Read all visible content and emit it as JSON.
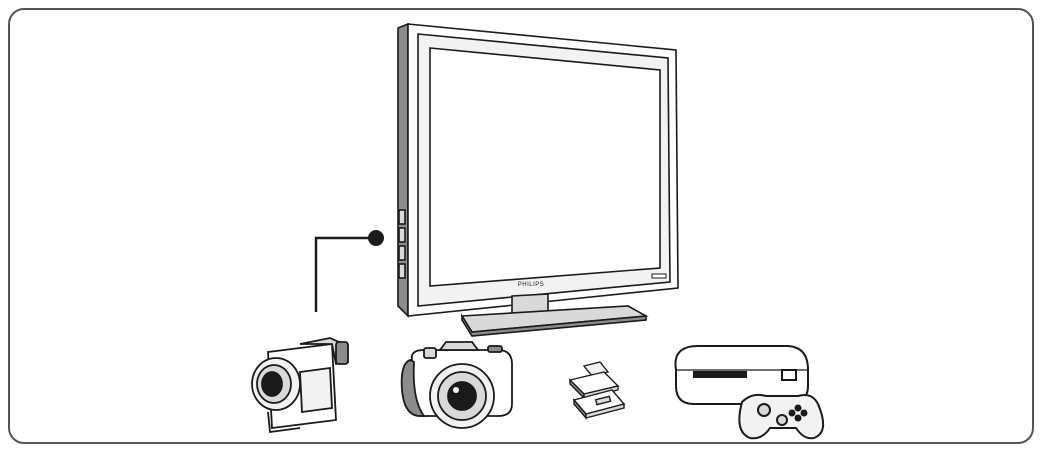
{
  "tv": {
    "brand": "PHILIPS"
  },
  "devices": [
    {
      "name": "camcorder",
      "icon": "camcorder-icon"
    },
    {
      "name": "digital-camera",
      "icon": "camera-icon"
    },
    {
      "name": "memory-cards",
      "icon": "memory-card-icon"
    },
    {
      "name": "game-console",
      "icon": "game-console-icon"
    }
  ],
  "colors": {
    "line": "#1a1a1a",
    "frame": "#555555",
    "fill_light": "#f2f2f2",
    "fill_mid": "#d9d9d9",
    "fill_dark": "#8c8c8c"
  }
}
